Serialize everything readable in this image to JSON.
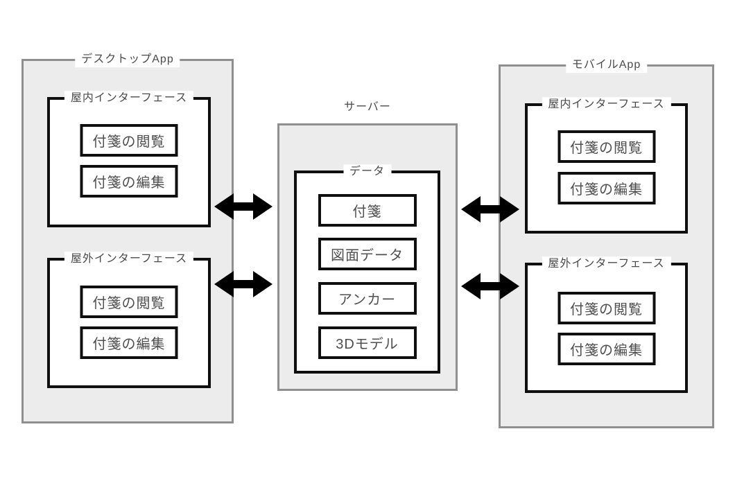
{
  "desktop_app": {
    "title": "デスクトップApp",
    "indoor": {
      "title": "屋内インターフェース",
      "items": [
        "付箋の閲覧",
        "付箋の編集"
      ]
    },
    "outdoor": {
      "title": "屋外インターフェース",
      "items": [
        "付箋の閲覧",
        "付箋の編集"
      ]
    }
  },
  "server": {
    "title": "サーバー",
    "data": {
      "title": "データ",
      "items": [
        "付箋",
        "図面データ",
        "アンカー",
        "3Dモデル"
      ]
    }
  },
  "mobile_app": {
    "title": "モバイルApp",
    "indoor": {
      "title": "屋内インターフェース",
      "items": [
        "付箋の閲覧",
        "付箋の編集"
      ]
    },
    "outdoor": {
      "title": "屋外インターフェース",
      "items": [
        "付箋の閲覧",
        "付箋の編集"
      ]
    }
  },
  "arrows": {
    "type": "bidirectional",
    "connections": [
      "desktop-indoor ⇔ server",
      "desktop-outdoor ⇔ server",
      "server ⇔ mobile-indoor",
      "server ⇔ mobile-outdoor"
    ]
  },
  "colors": {
    "background": "#ffffff",
    "container_fill": "#ececec",
    "container_border": "#8f8f8f",
    "box_border": "#0f0f0f",
    "box_fill": "#ffffff",
    "text": "#4a4a4a",
    "arrow": "#000000"
  }
}
